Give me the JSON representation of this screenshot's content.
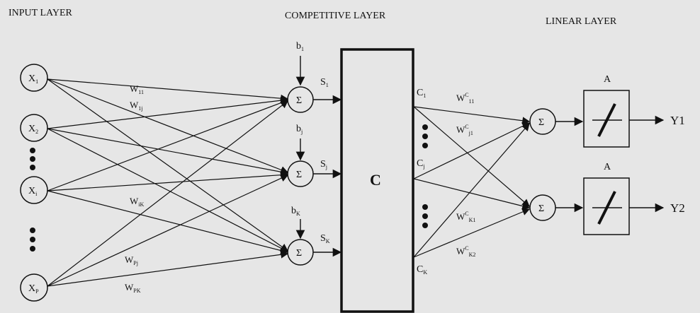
{
  "headers": {
    "input": "INPUT LAYER",
    "competitive": "COMPETITIVE LAYER",
    "linear": "LINEAR LAYER"
  },
  "inputs": [
    {
      "base": "X",
      "sub": "1"
    },
    {
      "base": "X",
      "sub": "2"
    },
    {
      "base": "X",
      "sub": "i"
    },
    {
      "base": "X",
      "sub": "P"
    }
  ],
  "input_weights": [
    {
      "base": "W",
      "sub": "11"
    },
    {
      "base": "W",
      "sub": "1j"
    },
    {
      "base": "W",
      "sub": "iK"
    },
    {
      "base": "W",
      "sub": "Pj"
    },
    {
      "base": "W",
      "sub": "PK"
    }
  ],
  "biases": [
    {
      "base": "b",
      "sub": "1"
    },
    {
      "base": "b",
      "sub": "j"
    },
    {
      "base": "b",
      "sub": "K"
    }
  ],
  "sums": [
    {
      "base": "S",
      "sub": "1"
    },
    {
      "base": "S",
      "sub": "j"
    },
    {
      "base": "S",
      "sub": "K"
    }
  ],
  "sigma": "Σ",
  "competitive_box": "C",
  "outputs_c": [
    {
      "base": "C",
      "sub": "1"
    },
    {
      "base": "C",
      "sub": "j"
    },
    {
      "base": "C",
      "sub": "K"
    }
  ],
  "output_weights": [
    {
      "base": "W",
      "sup": "C",
      "sub": "11"
    },
    {
      "base": "W",
      "sup": "C",
      "sub": "j1"
    },
    {
      "base": "W",
      "sup": "C",
      "sub": "K1"
    },
    {
      "base": "W",
      "sup": "C",
      "sub": "K2"
    }
  ],
  "linear_labels": [
    "A",
    "A"
  ],
  "outputs": [
    "Y1",
    "Y2"
  ]
}
